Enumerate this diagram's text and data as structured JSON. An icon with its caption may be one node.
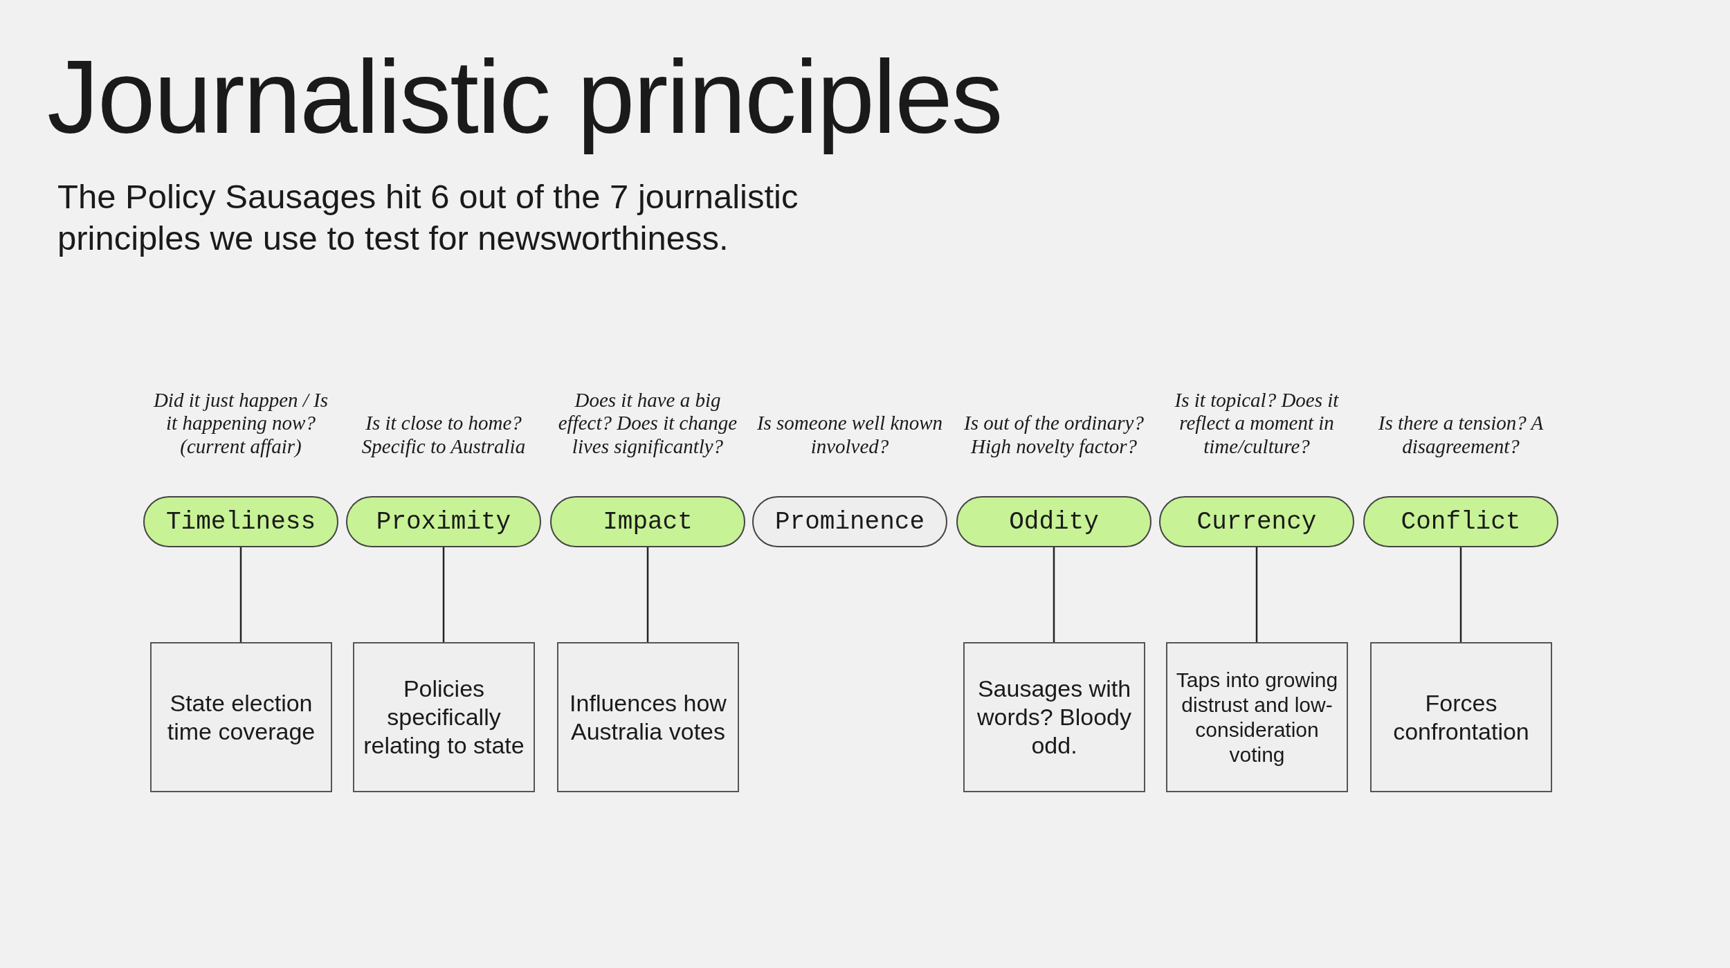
{
  "diagram": {
    "title": "Journalistic principles",
    "caption": "The Policy Sausages hit 6 out of the 7 journalistic principles we use to test for newsworthiness.",
    "nodes": [
      {
        "text": [
          "Timeliness"
        ],
        "beside": [
          "Did it just happen / Is it happening now? (current affair)"
        ]
      },
      {
        "text": [
          "Proximity"
        ],
        "beside": [
          "Is it close to home? Specific to Australia"
        ]
      },
      {
        "text": [
          "Impact"
        ],
        "beside": [
          "Does it have a big effect? Does it change lives significantly?"
        ]
      },
      {
        "text": [
          "Prominence"
        ],
        "beside": [
          "Is someone well known involved?"
        ]
      },
      {
        "text": [
          "Oddity"
        ],
        "beside": [
          "Is out of the ordinary? High novelty factor?"
        ]
      },
      {
        "text": [
          "Currency"
        ],
        "beside": [
          "Is it topical? Does it reflect a moment in time/culture?"
        ]
      },
      {
        "text": [
          "Conflict"
        ],
        "beside": [
          "Is there a tension? A disagreement?"
        ]
      },
      {
        "text": [
          "State election time coverage"
        ]
      },
      {
        "text": [
          "Policies specifically relating to state"
        ]
      },
      {
        "text": [
          "Influences how Australia votes"
        ]
      },
      {
        "text": [
          "Sausages with words? Bloody odd."
        ]
      },
      {
        "text": [
          "Taps into growing distrust and low-consideration voting"
        ]
      },
      {
        "text": [
          "Forces confrontation"
        ]
      }
    ],
    "edges": [
      {
        "from": 0,
        "to": 7,
        "arrow": "none"
      },
      {
        "from": 1,
        "to": 8,
        "arrow": "none"
      },
      {
        "from": 2,
        "to": 9,
        "arrow": "none"
      },
      {
        "from": 4,
        "to": 10,
        "arrow": "none"
      },
      {
        "from": 5,
        "to": 11,
        "arrow": "none"
      },
      {
        "from": 6,
        "to": 12,
        "arrow": "none"
      }
    ]
  }
}
